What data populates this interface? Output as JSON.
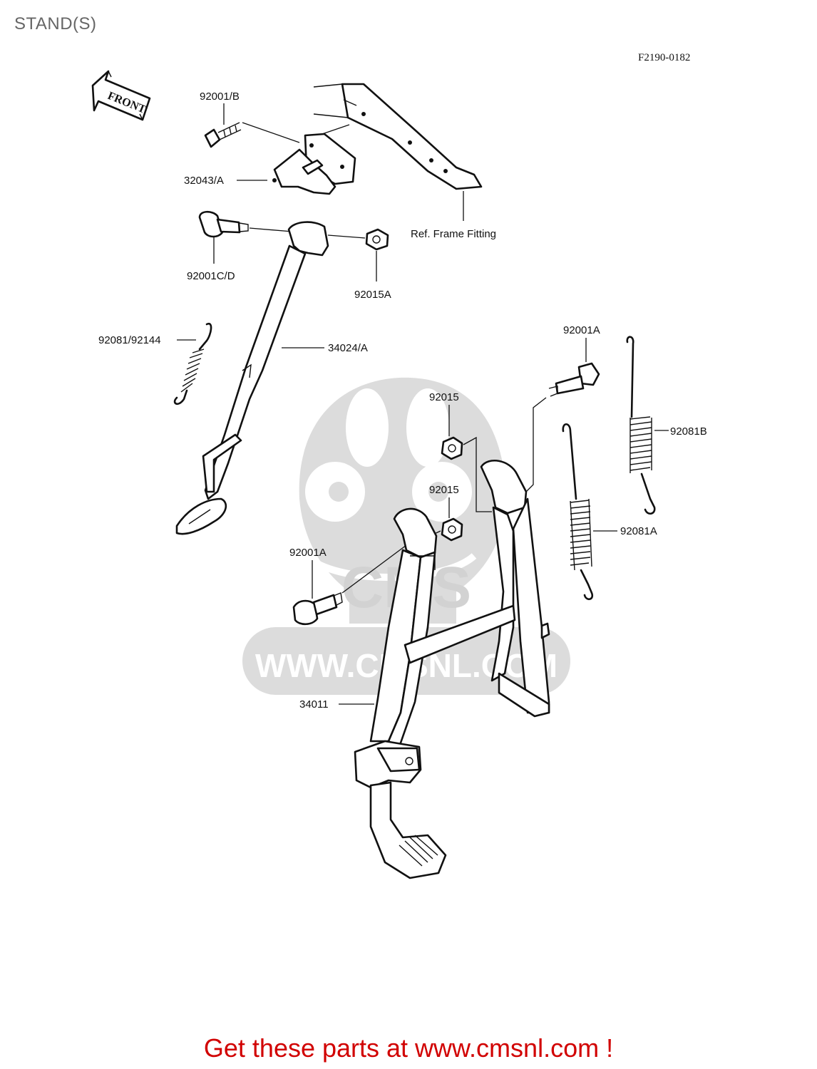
{
  "title": "STAND(S)",
  "figure_code": "F2190-0182",
  "front_arrow_label": "FRONT",
  "labels": {
    "bolt_top": "92001/B",
    "bracket": "32043/A",
    "frame_ref": "Ref. Frame Fitting",
    "pivot_bolt": "92001C/D",
    "nut_side": "92015A",
    "side_spring": "92081/92144",
    "side_stand": "34024/A",
    "bolt_right": "92001A",
    "nut_upper": "92015",
    "nut_lower": "92015",
    "spring_b": "92081B",
    "spring_a": "92081A",
    "bolt_left": "92001A",
    "center_stand": "34011"
  },
  "watermark": {
    "brand": "CMS",
    "url": "WWW.CMSNL.COM"
  },
  "cta_text": "Get these parts at www.cmsnl.com !",
  "colors": {
    "title": "#666666",
    "cta": "#d10000",
    "watermark": "#d9d9d9",
    "line": "#111111"
  }
}
